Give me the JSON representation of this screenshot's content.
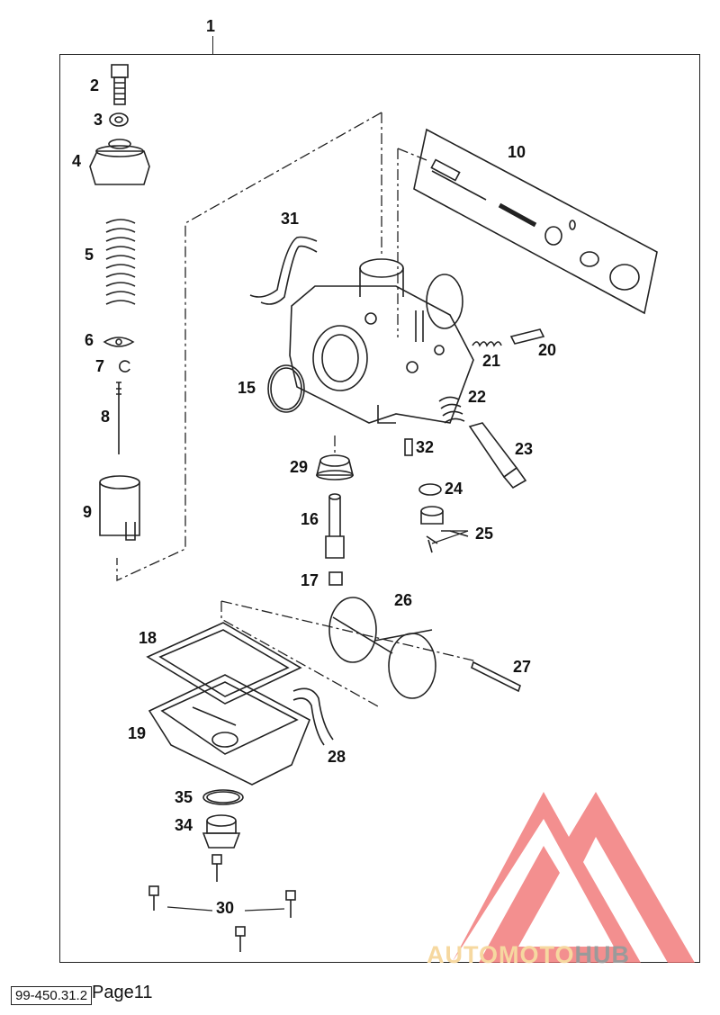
{
  "diagram": {
    "assembly_number": "1",
    "callouts": {
      "c2": "2",
      "c3": "3",
      "c4": "4",
      "c5": "5",
      "c6": "6",
      "c7": "7",
      "c8": "8",
      "c9": "9",
      "c10": "10",
      "c15": "15",
      "c16": "16",
      "c17": "17",
      "c18": "18",
      "c19": "19",
      "c20": "20",
      "c21": "21",
      "c22": "22",
      "c23": "23",
      "c24": "24",
      "c25": "25",
      "c26": "26",
      "c27": "27",
      "c28": "28",
      "c29": "29",
      "c30": "30",
      "c31": "31",
      "c32": "32",
      "c34": "34",
      "c35": "35"
    }
  },
  "footer": {
    "doc_code": "99-450.31.2",
    "page": "Page11"
  },
  "watermark": {
    "brand_part1": "AUTOMOTO",
    "brand_part2": "HUB",
    "logo_color": "#ef6a6a",
    "text_color_1": "#f6d8a0",
    "text_color_2": "#9a9a9a"
  }
}
